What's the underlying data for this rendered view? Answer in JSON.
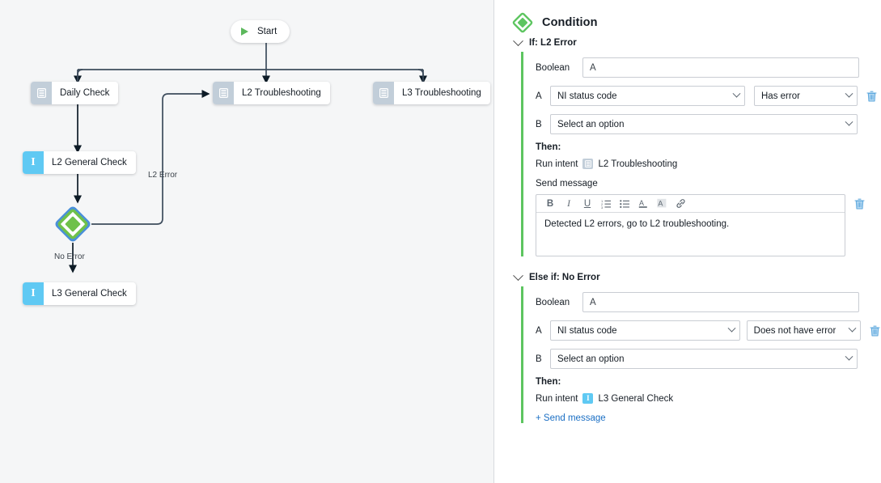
{
  "canvas": {
    "nodes": [
      {
        "id": "start",
        "label": "Start",
        "icon": "play-icon",
        "type": "start"
      },
      {
        "id": "daily-check",
        "label": "Daily Check",
        "icon": "intent-list-icon",
        "type": "intent-list"
      },
      {
        "id": "l2-troubleshooting",
        "label": "L2 Troubleshooting",
        "icon": "intent-list-icon",
        "type": "intent-list"
      },
      {
        "id": "l3-troubleshooting",
        "label": "L3 Troubleshooting",
        "icon": "intent-list-icon",
        "type": "intent-list"
      },
      {
        "id": "l2-general-check",
        "label": "L2 General Check",
        "icon": "intent-icon",
        "type": "intent",
        "icon_glyph": "I"
      },
      {
        "id": "l3-general-check",
        "label": "L3 General Check",
        "icon": "intent-icon",
        "type": "intent",
        "icon_glyph": "I"
      },
      {
        "id": "condition",
        "label": "",
        "icon": "condition-diamond-icon",
        "type": "condition",
        "selected": true
      }
    ],
    "edge_labels": [
      {
        "id": "l2-error",
        "text": "L2 Error"
      },
      {
        "id": "no-error",
        "text": "No Error"
      }
    ],
    "colors": {
      "background": "#f5f6f7",
      "edge": "#3d4c5c",
      "intent_list_icon": "#c2ced9",
      "intent_icon": "#5fc9f3",
      "condition_green": "#6fc14a",
      "selection_blue": "#4a90d9",
      "start_green": "#5cb85c"
    }
  },
  "panel": {
    "header": {
      "title": "Condition",
      "icon": "condition-diamond-icon"
    },
    "accent_green": "#5dc560",
    "link_color": "#1b6fc4",
    "branches": [
      {
        "title": "If: L2 Error",
        "expanded": true,
        "boolean_label": "Boolean",
        "boolean_value": "A",
        "operands": [
          {
            "key": "A",
            "variable": "NI status code",
            "operator": "Has error",
            "has_delete": true,
            "delete_icon": "trash-icon"
          },
          {
            "key": "B",
            "variable": "Select an option",
            "operator": null,
            "has_delete": false
          }
        ],
        "then_label": "Then:",
        "actions": [
          {
            "type": "run-intent",
            "label": "Run intent",
            "target": "L2 Troubleshooting",
            "icon": "intent-list-icon"
          },
          {
            "type": "send-message",
            "label": "Send message",
            "message": "Detected L2 errors, go to L2 troubleshooting.",
            "has_delete": true,
            "delete_icon": "trash-icon",
            "toolbar": [
              {
                "name": "bold-icon",
                "glyph": "B"
              },
              {
                "name": "italic-icon",
                "glyph": "I"
              },
              {
                "name": "underline-icon",
                "glyph": "U"
              },
              {
                "name": "ordered-list-icon",
                "glyph": ""
              },
              {
                "name": "unordered-list-icon",
                "glyph": ""
              },
              {
                "name": "text-color-icon",
                "glyph": "A"
              },
              {
                "name": "highlight-color-icon",
                "glyph": "A"
              },
              {
                "name": "link-icon",
                "glyph": ""
              }
            ]
          }
        ],
        "add_link": null
      },
      {
        "title": "Else if: No Error",
        "expanded": true,
        "boolean_label": "Boolean",
        "boolean_value": "A",
        "operands": [
          {
            "key": "A",
            "variable": "NI status code",
            "operator": "Does not have error",
            "has_delete": true,
            "delete_icon": "trash-icon"
          },
          {
            "key": "B",
            "variable": "Select an option",
            "operator": null,
            "has_delete": false
          }
        ],
        "then_label": "Then:",
        "actions": [
          {
            "type": "run-intent",
            "label": "Run intent",
            "target": "L3 General Check",
            "icon": "intent-icon",
            "icon_glyph": "I"
          }
        ],
        "add_link": "+ Send message"
      }
    ]
  }
}
